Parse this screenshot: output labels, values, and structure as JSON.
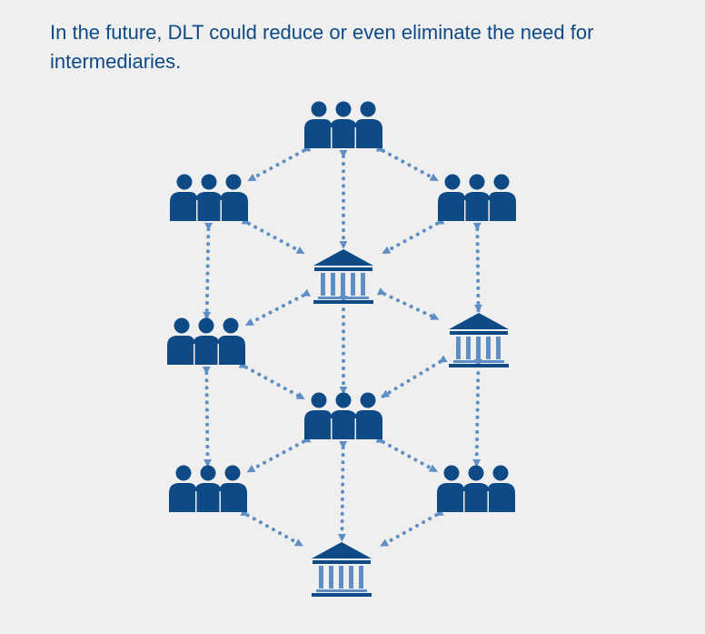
{
  "caption": "In the future, DLT could reduce or even eliminate the need for intermediaries.",
  "colors": {
    "background": "#efefef",
    "text": "#0e4a86",
    "icon_dark": "#0e4a86",
    "icon_light": "#5e8ec4",
    "connector": "#5e8ec4"
  },
  "nodes": [
    {
      "id": "people-top",
      "kind": "people-icon"
    },
    {
      "id": "people-upper-left",
      "kind": "people-icon"
    },
    {
      "id": "people-upper-right",
      "kind": "people-icon"
    },
    {
      "id": "bank-upper-center",
      "kind": "bank-icon"
    },
    {
      "id": "people-middle-left",
      "kind": "people-icon"
    },
    {
      "id": "bank-middle-right",
      "kind": "bank-icon"
    },
    {
      "id": "people-center",
      "kind": "people-icon"
    },
    {
      "id": "people-lower-left",
      "kind": "people-icon"
    },
    {
      "id": "people-lower-right",
      "kind": "people-icon"
    },
    {
      "id": "bank-bottom",
      "kind": "bank-icon"
    }
  ],
  "connections": [
    [
      "people-top",
      "people-upper-left"
    ],
    [
      "people-top",
      "bank-upper-center"
    ],
    [
      "people-top",
      "people-upper-right"
    ],
    [
      "people-upper-left",
      "bank-upper-center"
    ],
    [
      "people-upper-right",
      "bank-upper-center"
    ],
    [
      "people-upper-left",
      "people-middle-left"
    ],
    [
      "people-upper-right",
      "bank-middle-right"
    ],
    [
      "bank-upper-center",
      "people-middle-left"
    ],
    [
      "bank-upper-center",
      "people-center"
    ],
    [
      "bank-upper-center",
      "bank-middle-right"
    ],
    [
      "people-middle-left",
      "people-center"
    ],
    [
      "bank-middle-right",
      "people-center"
    ],
    [
      "people-middle-left",
      "people-lower-left"
    ],
    [
      "bank-middle-right",
      "people-lower-right"
    ],
    [
      "people-center",
      "people-lower-left"
    ],
    [
      "people-center",
      "bank-bottom"
    ],
    [
      "people-center",
      "people-lower-right"
    ],
    [
      "people-lower-left",
      "bank-bottom"
    ],
    [
      "people-lower-right",
      "bank-bottom"
    ]
  ]
}
